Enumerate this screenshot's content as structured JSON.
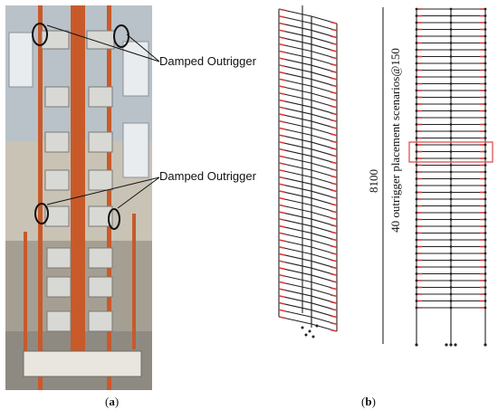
{
  "figure": {
    "annotations": {
      "top_callout": "Damped Outrigger",
      "mid_callout": "Damped Outrigger"
    },
    "panel_b": {
      "height_dimension": "8100",
      "placement_label": "40 outrigger placement scenarios@150"
    },
    "captions": {
      "a": {
        "open": "(",
        "letter": "a",
        "close": ")"
      },
      "b": {
        "open": "(",
        "letter": "b",
        "close": ")"
      }
    },
    "colors": {
      "frame": "#222222",
      "damper_marks": "#d83a3a",
      "highlight_box": "#e05050",
      "column_orange": "#c85a2a"
    }
  }
}
